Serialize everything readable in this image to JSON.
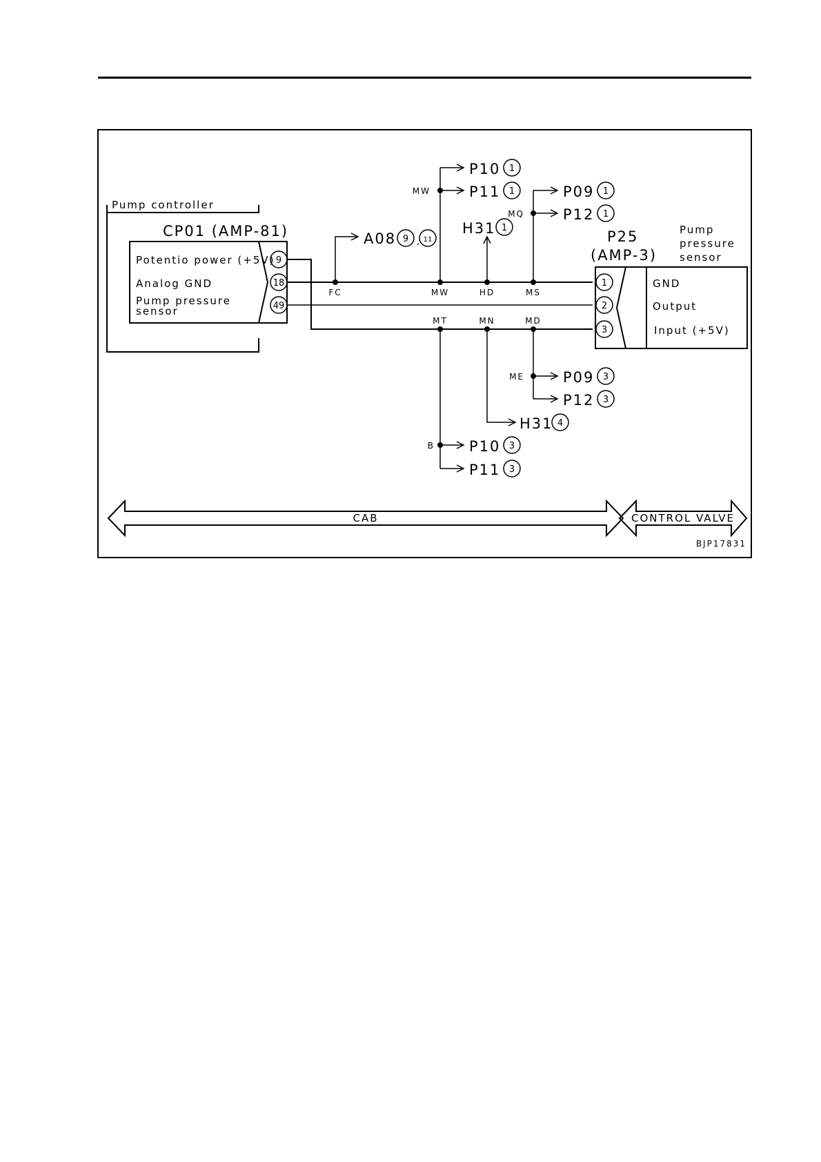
{
  "figure_code": "BJP17831",
  "controller": {
    "group_label": "Pump controller",
    "connector": "CP01 (AMP-81)",
    "pins": [
      {
        "number": "9",
        "label": "Potentio power (+5V)"
      },
      {
        "number": "18",
        "label": "Analog GND"
      },
      {
        "number": "49",
        "label": "Pump pressure",
        "label2": "sensor"
      }
    ]
  },
  "sensor": {
    "connector": "P25",
    "connector_type": "(AMP-3)",
    "title_lines": [
      "Pump",
      "pressure",
      "sensor"
    ],
    "pins": [
      {
        "number": "1",
        "label": "GND"
      },
      {
        "number": "2",
        "label": "Output"
      },
      {
        "number": "3",
        "label": "Input (+5V)"
      }
    ]
  },
  "junctions": {
    "FC": "FC",
    "MW_top": "MW",
    "MW": "MW",
    "HD": "HD",
    "MS": "MS",
    "MQ": "MQ",
    "MT": "MT",
    "MN": "MN",
    "MD": "MD",
    "ME": "ME",
    "B": "B"
  },
  "branches": {
    "a08": {
      "connector": "A08",
      "pins": [
        "9",
        "11"
      ]
    },
    "p10_top": {
      "connector": "P10",
      "pin": "1"
    },
    "p11_top": {
      "connector": "P11",
      "pin": "1"
    },
    "h31_top": {
      "connector": "H31",
      "pin": "1"
    },
    "p09_top": {
      "connector": "P09",
      "pin": "1"
    },
    "p12_top": {
      "connector": "P12",
      "pin": "1"
    },
    "p09_bot": {
      "connector": "P09",
      "pin": "3"
    },
    "p12_bot": {
      "connector": "P12",
      "pin": "3"
    },
    "h31_bot": {
      "connector": "H31",
      "pin": "4"
    },
    "p10_bot": {
      "connector": "P10",
      "pin": "3"
    },
    "p11_bot": {
      "connector": "P11",
      "pin": "3"
    }
  },
  "zones": {
    "cab": "CAB",
    "control_valve": "CONTROL VALVE"
  }
}
